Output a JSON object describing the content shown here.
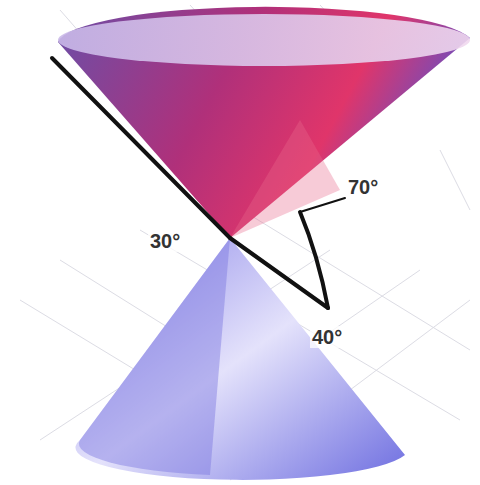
{
  "diagram": {
    "labels": [
      "30°",
      "70°",
      "40°"
    ]
  }
}
